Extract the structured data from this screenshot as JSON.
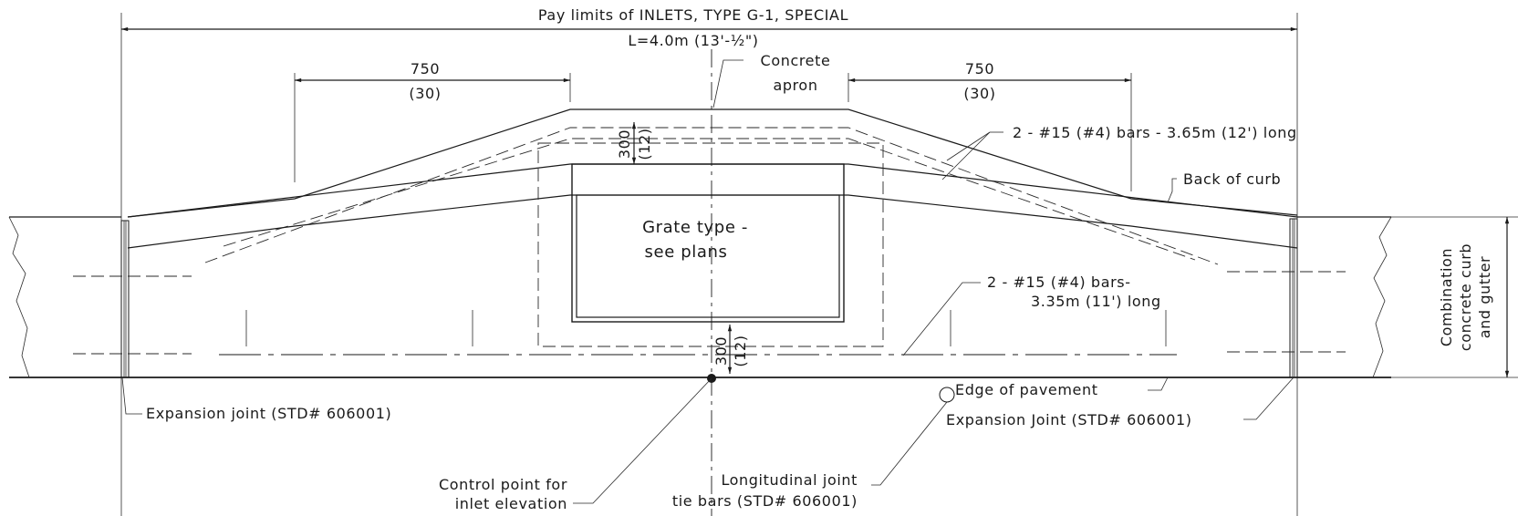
{
  "title": "Pay limits of INLETS, TYPE G-1, SPECIAL",
  "length_label": "L=4.0m (13'-½\")",
  "dims": {
    "left_750": "750",
    "left_30": "(30)",
    "right_750": "750",
    "right_30": "(30)",
    "top_300": "300",
    "top_12": "(12)",
    "bottom_300": "300",
    "bottom_12": "(12)"
  },
  "labels": {
    "concrete_apron_1": "Concrete",
    "concrete_apron_2": "apron",
    "bars_top": "2 - #15 (#4) bars - 3.65m (12') long",
    "back_of_curb": "Back of curb",
    "grate_1": "Grate type -",
    "grate_2": "see plans",
    "bars_mid_1": "2 - #15 (#4) bars-",
    "bars_mid_2": "3.35m (11') long",
    "combo_1": "Combination",
    "combo_2": "concrete curb",
    "combo_3": "and gutter",
    "exp_left": "Expansion joint (STD# 606001)",
    "edge_pavement": "Edge of pavement",
    "exp_right": "Expansion Joint (STD# 606001)",
    "control_1": "Control point for",
    "control_2": "inlet elevation",
    "long_joint_1": "Longitudinal joint",
    "long_joint_2": "tie bars (STD# 606001)"
  }
}
